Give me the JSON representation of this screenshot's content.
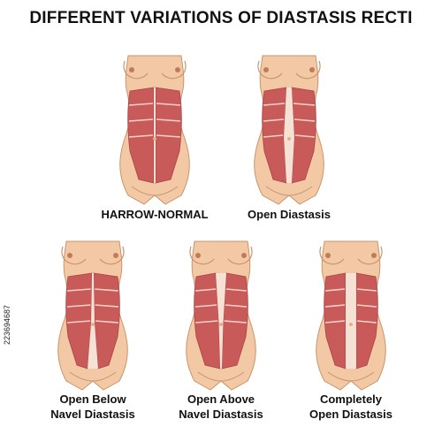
{
  "title": "DIFFERENT VARIATIONS OF DIASTASIS RECTI",
  "figures": [
    {
      "variant": "narrow-normal",
      "label_lines": [
        "HARROW-NORMAL"
      ]
    },
    {
      "variant": "open",
      "label_lines": [
        "Open Diastasis"
      ]
    },
    {
      "variant": "open-below-navel",
      "label_lines": [
        "Open Below",
        "Navel Diastasis"
      ]
    },
    {
      "variant": "open-above-navel",
      "label_lines": [
        "Open Above",
        "Navel Diastasis"
      ]
    },
    {
      "variant": "completely-open",
      "label_lines": [
        "Completely",
        "Open Diastasis"
      ]
    }
  ],
  "stock_id": "223694687",
  "colors": {
    "skin": "#f2c9a4",
    "skin_shadow": "#e2b08a",
    "outline": "#c6956f",
    "muscle": "#c85a5a",
    "muscle_line": "#f4d2c8",
    "linea_alba": "#f6e2d4",
    "nipple": "#c47a5a"
  }
}
